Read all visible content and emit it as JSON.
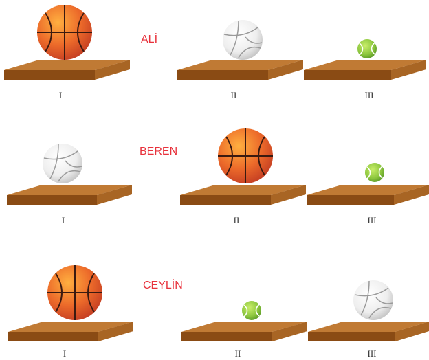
{
  "colors": {
    "board_top": "#c07a34",
    "board_side": "#8a4b14",
    "board_edge": "#a86524",
    "name_text": "#e8323c",
    "basketball": "#e8692a",
    "volleyball": "#f2f2f2",
    "tennis": "#8dc63f"
  },
  "rows": [
    {
      "name": "ALİ",
      "positions": [
        {
          "label": "I",
          "ball": "basketball"
        },
        {
          "label": "II",
          "ball": "volleyball"
        },
        {
          "label": "III",
          "ball": "tennis-ball"
        }
      ]
    },
    {
      "name": "BEREN",
      "positions": [
        {
          "label": "I",
          "ball": "volleyball"
        },
        {
          "label": "II",
          "ball": "basketball"
        },
        {
          "label": "III",
          "ball": "tennis-ball"
        }
      ]
    },
    {
      "name": "CEYLİN",
      "positions": [
        {
          "label": "I",
          "ball": "basketball"
        },
        {
          "label": "II",
          "ball": "tennis-ball"
        },
        {
          "label": "III",
          "ball": "volleyball"
        }
      ]
    }
  ]
}
